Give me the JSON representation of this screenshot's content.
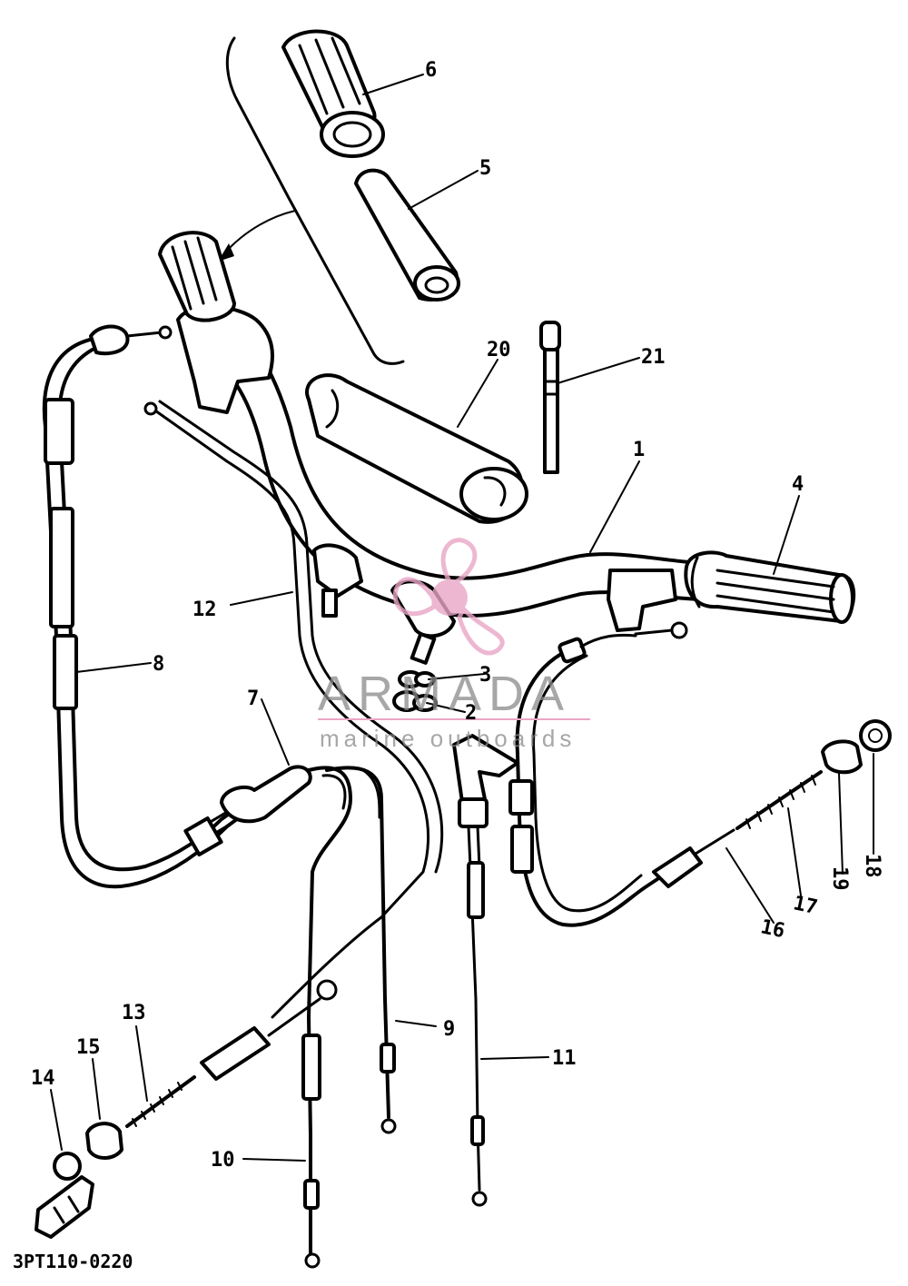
{
  "diagram": {
    "drawing_code": "3PT110-0220",
    "callouts": [
      "1",
      "2",
      "3",
      "4",
      "5",
      "6",
      "7",
      "8",
      "9",
      "10",
      "11",
      "12",
      "13",
      "14",
      "15",
      "16",
      "17",
      "18",
      "19",
      "20",
      "21"
    ]
  },
  "watermark": {
    "brand": "ARMADA",
    "tagline": "marine outboards",
    "color": "#e9a6c6"
  }
}
